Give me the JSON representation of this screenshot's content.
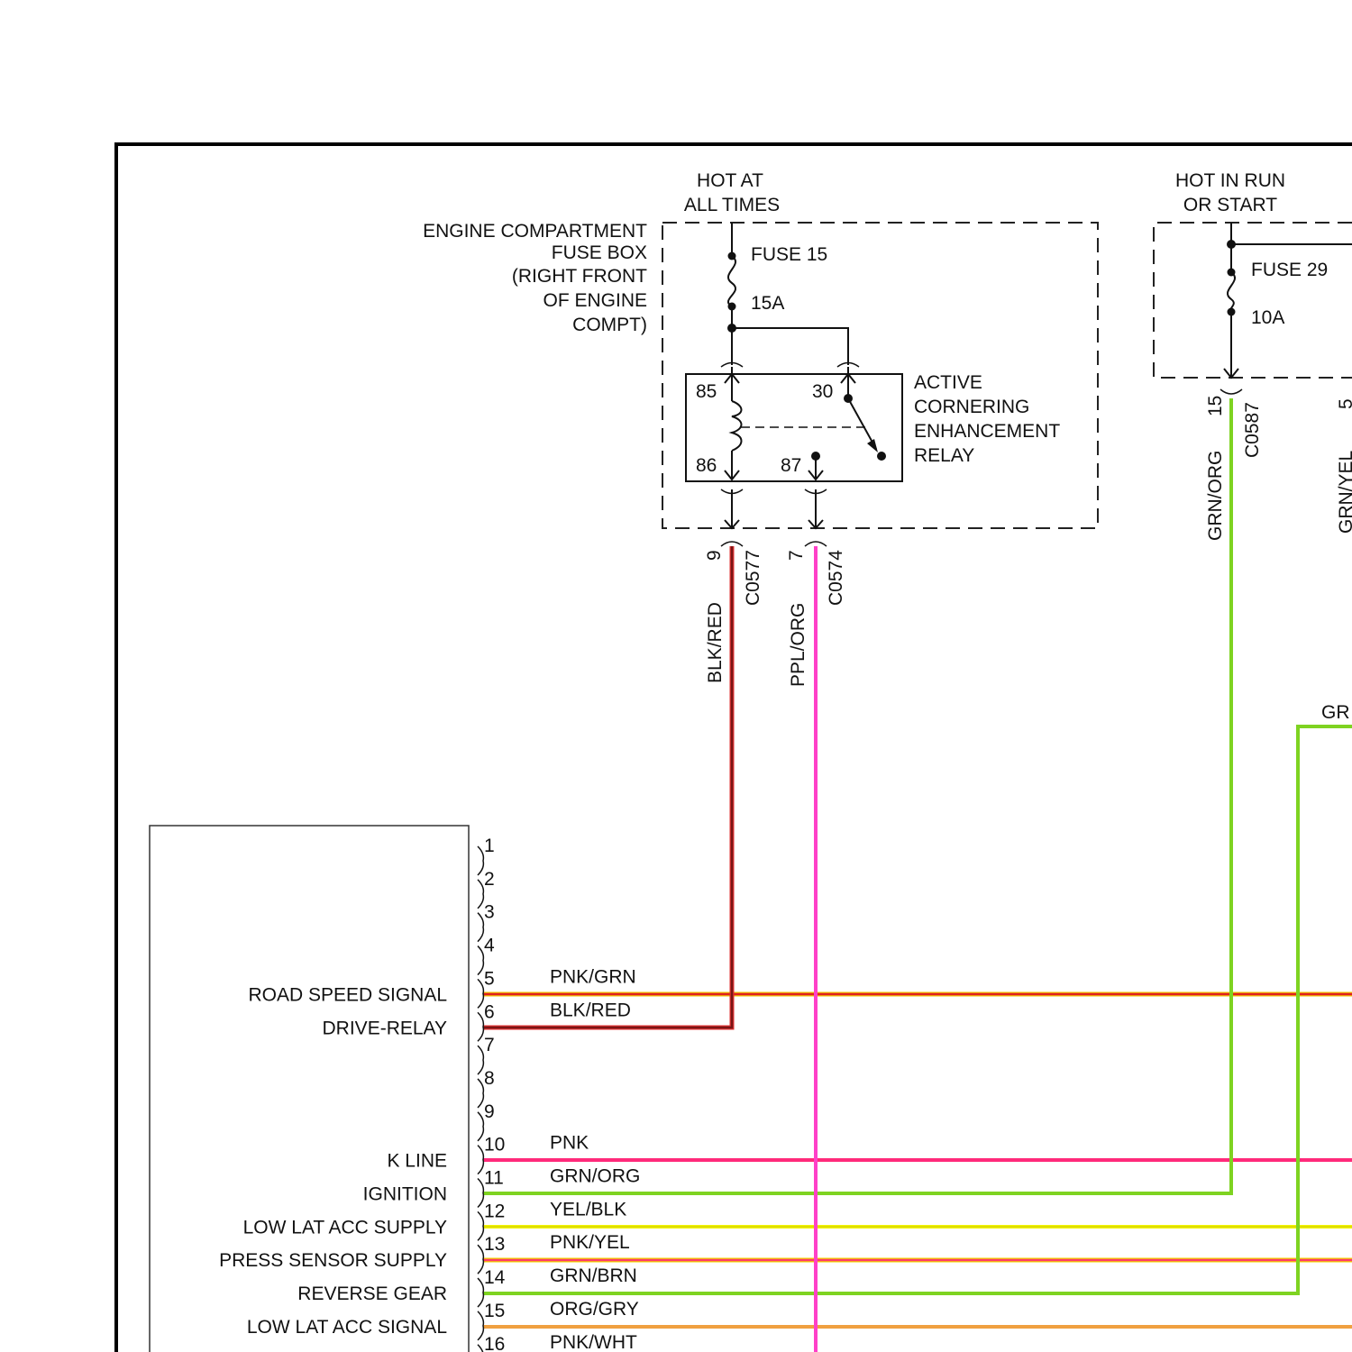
{
  "header": {
    "hot_at_all_times": [
      "HOT AT",
      "ALL TIMES"
    ],
    "hot_in_run": [
      "HOT IN RUN",
      "OR START"
    ]
  },
  "fuse_box": {
    "label": [
      "ENGINE COMPARTMENT",
      "FUSE BOX",
      "(RIGHT FRONT",
      "OF ENGINE",
      "COMPT)"
    ]
  },
  "fuse15": {
    "name": "FUSE 15",
    "rating": "15A"
  },
  "fuse29": {
    "name": "FUSE 29",
    "rating": "10A"
  },
  "relay": {
    "label": [
      "ACTIVE",
      "CORNERING",
      "ENHANCEMENT",
      "RELAY"
    ],
    "terminals": {
      "t85": "85",
      "t86": "86",
      "t30": "30",
      "t87": "87"
    }
  },
  "connectors": {
    "c0577": {
      "id": "C0577",
      "pin": "9",
      "wire": "BLK/RED"
    },
    "c0574": {
      "id": "C0574",
      "pin": "7",
      "wire": "PPL/ORG"
    },
    "c0587": {
      "id": "C0587",
      "pin": "15",
      "wire": "GRN/ORG"
    },
    "c0587b": {
      "pin": "5",
      "wire": "GRN/YEL"
    }
  },
  "right_cut_label": "GR",
  "module": {
    "pins": [
      {
        "num": "1",
        "wire": "",
        "signal": ""
      },
      {
        "num": "2",
        "wire": "",
        "signal": ""
      },
      {
        "num": "3",
        "wire": "",
        "signal": ""
      },
      {
        "num": "4",
        "wire": "",
        "signal": ""
      },
      {
        "num": "5",
        "wire": "PNK/GRN",
        "signal": "ROAD SPEED SIGNAL"
      },
      {
        "num": "6",
        "wire": "BLK/RED",
        "signal": "DRIVE-RELAY"
      },
      {
        "num": "7",
        "wire": "",
        "signal": ""
      },
      {
        "num": "8",
        "wire": "",
        "signal": ""
      },
      {
        "num": "9",
        "wire": "",
        "signal": ""
      },
      {
        "num": "10",
        "wire": "PNK",
        "signal": "K LINE"
      },
      {
        "num": "11",
        "wire": "GRN/ORG",
        "signal": "IGNITION"
      },
      {
        "num": "12",
        "wire": "YEL/BLK",
        "signal": "LOW LAT ACC SUPPLY"
      },
      {
        "num": "13",
        "wire": "PNK/YEL",
        "signal": "PRESS SENSOR SUPPLY"
      },
      {
        "num": "14",
        "wire": "GRN/BRN",
        "signal": "REVERSE GEAR"
      },
      {
        "num": "15",
        "wire": "ORG/GRY",
        "signal": "LOW LAT ACC SIGNAL"
      },
      {
        "num": "16",
        "wire": "PNK/WHT",
        "signal": ""
      }
    ]
  },
  "colors": {
    "blk_red_main": "#8b1a1a",
    "blk_red_edge": "#e03030",
    "ppl_org": "#ff40c8",
    "grn": "#7ed321",
    "pnk": "#ff2a7a",
    "pnk_grn_main": "#e02020",
    "pnk_grn_edge": "#f0c000",
    "yel": "#f5f500",
    "pnk_yel_main": "#ff3a6a",
    "pnk_yel_edge": "#f0d000",
    "org": "#f0a040"
  }
}
